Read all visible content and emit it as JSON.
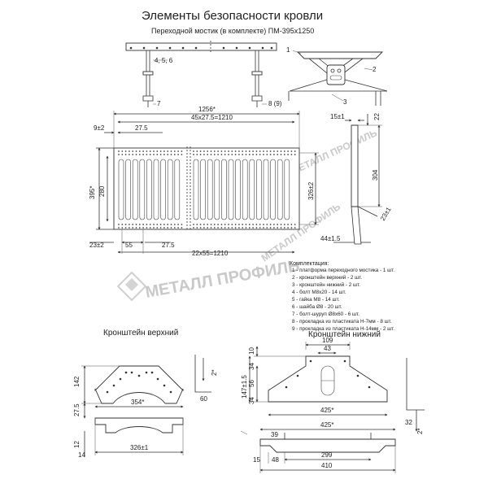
{
  "header": {
    "title": "Элементы безопасности кровли",
    "subtitle": "Переходной мостик (в комплекте) ПМ-395х1250"
  },
  "watermark": {
    "text": "МЕТАЛЛ ПРОФИЛЬ",
    "text_side": "МЕТАЛЛ ПРОФИЛЬ",
    "text_diag": "МЕТАЛЛ ПРОФИЛЬ"
  },
  "callouts": {
    "c1": "1",
    "c2": "2",
    "c3": "3",
    "c456": "4, 5, 6",
    "c7": "7",
    "c89": "8 (9)"
  },
  "platform_dims": {
    "overall": "1256*",
    "pitch_top": "45x27.5=1210",
    "edge_left": "9±2",
    "step_top": "27.5",
    "height": "395*",
    "slot_height": "280",
    "inner_height": "326±2",
    "edge_bottom": "23±2",
    "step_bottom_a": "55",
    "step_bottom_b": "27.5",
    "pitch_bottom": "22x55=1210"
  },
  "side_dims": {
    "top": "15±1",
    "right": "22",
    "height": "304",
    "angle": "23±1",
    "base": "44±1.5"
  },
  "kit": {
    "heading": "Комплектация:",
    "items": [
      "1 - платформа переходного мостика - 1 шт.",
      "2 - кронштейн верхний - 2 шт.",
      "3 - кронштейн нижний - 2 шт.",
      "4 - болт М8х20 - 14 шт.",
      "5 - гайка М8 - 14 шт.",
      "6 - шайба Ø8 - 20 шт.",
      "7 - болт-шуруп Ø8х60 - 6 шт.",
      "8 - прокладка из пластиката Н-7мм - 8 шт.",
      "9 - прокладка из пластиката Н-14мм - 2 шт."
    ]
  },
  "upper_bracket": {
    "title": "Кронштейн верхний",
    "dims": {
      "h142": "142",
      "h27": "27.5",
      "w354": "354*",
      "w326": "326±1",
      "lip2": "2*",
      "lip60": "60",
      "h12": "12",
      "h14": "14"
    }
  },
  "lower_bracket": {
    "title": "Кронштейн нижний",
    "dims": {
      "w109": "109",
      "w43": "43",
      "h10": "10",
      "h34a": "34",
      "h56": "56",
      "h147": "147±1.5",
      "h34b": "34",
      "w425a": "425*",
      "w425b": "425*",
      "w39": "39",
      "w299": "299",
      "w410": "410",
      "w15": "15",
      "w48": "48",
      "h32": "32",
      "lip2": "2*"
    }
  },
  "colors": {
    "line": "#333333",
    "watermark": "#c9c9c9"
  }
}
